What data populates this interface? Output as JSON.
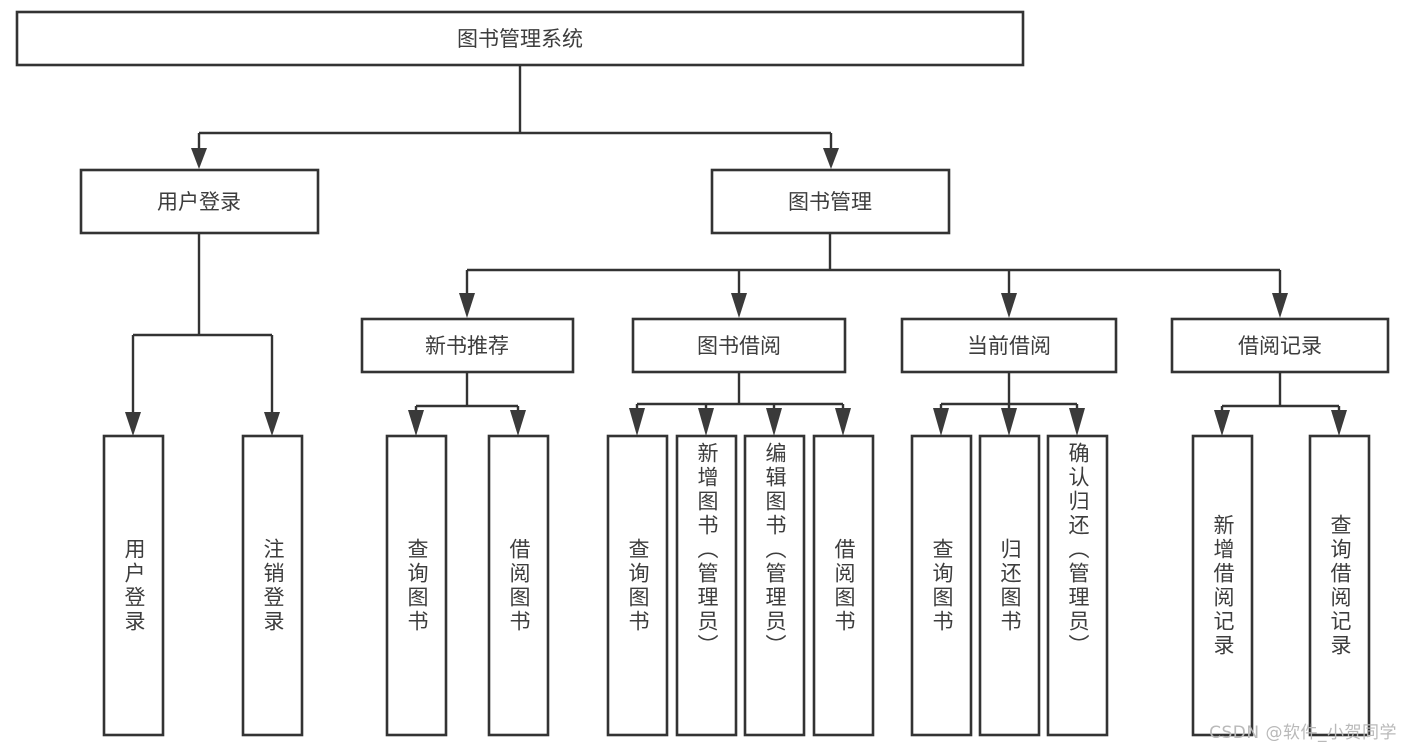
{
  "diagram": {
    "type": "tree-hierarchy",
    "title": "图书管理系统",
    "orientation": "top-down",
    "colors": {
      "background": "#ffffff",
      "box_fill": "#ffffff",
      "box_stroke": "#333333",
      "text": "#3d3d3d",
      "arrow": "#3a3a3a",
      "watermark": "#b9b9b9"
    },
    "root": {
      "label": "图书管理系统"
    },
    "level2": [
      {
        "id": "user-login",
        "label": "用户登录"
      },
      {
        "id": "book-manage",
        "label": "图书管理"
      }
    ],
    "level3": [
      {
        "id": "new-book-recommend",
        "label": "新书推荐",
        "parent": "book-manage"
      },
      {
        "id": "book-borrow",
        "label": "图书借阅",
        "parent": "book-manage"
      },
      {
        "id": "current-borrow",
        "label": "当前借阅",
        "parent": "book-manage"
      },
      {
        "id": "borrow-record",
        "label": "借阅记录",
        "parent": "book-manage"
      }
    ],
    "leaves": {
      "user-login": [
        {
          "id": "leaf-user-login",
          "label": "用户登录"
        },
        {
          "id": "leaf-logout-login",
          "label": "注销登录"
        }
      ],
      "new-book-recommend": [
        {
          "id": "leaf-query-book-1",
          "label": "查询图书"
        },
        {
          "id": "leaf-borrow-book-1",
          "label": "借阅图书"
        }
      ],
      "book-borrow": [
        {
          "id": "leaf-query-book-2",
          "label": "查询图书"
        },
        {
          "id": "leaf-add-book",
          "label": "新增图书（管理员）"
        },
        {
          "id": "leaf-edit-book",
          "label": "编辑图书（管理员）"
        },
        {
          "id": "leaf-borrow-book-2",
          "label": "借阅图书"
        }
      ],
      "current-borrow": [
        {
          "id": "leaf-query-book-3",
          "label": "查询图书"
        },
        {
          "id": "leaf-return-book",
          "label": "归还图书"
        },
        {
          "id": "leaf-confirm-return",
          "label": "确认归还（管理员）"
        }
      ],
      "borrow-record": [
        {
          "id": "leaf-add-record",
          "label": "新增借阅记录"
        },
        {
          "id": "leaf-query-record",
          "label": "查询借阅记录"
        }
      ]
    },
    "watermark": "CSDN @软件_小贺同学"
  }
}
